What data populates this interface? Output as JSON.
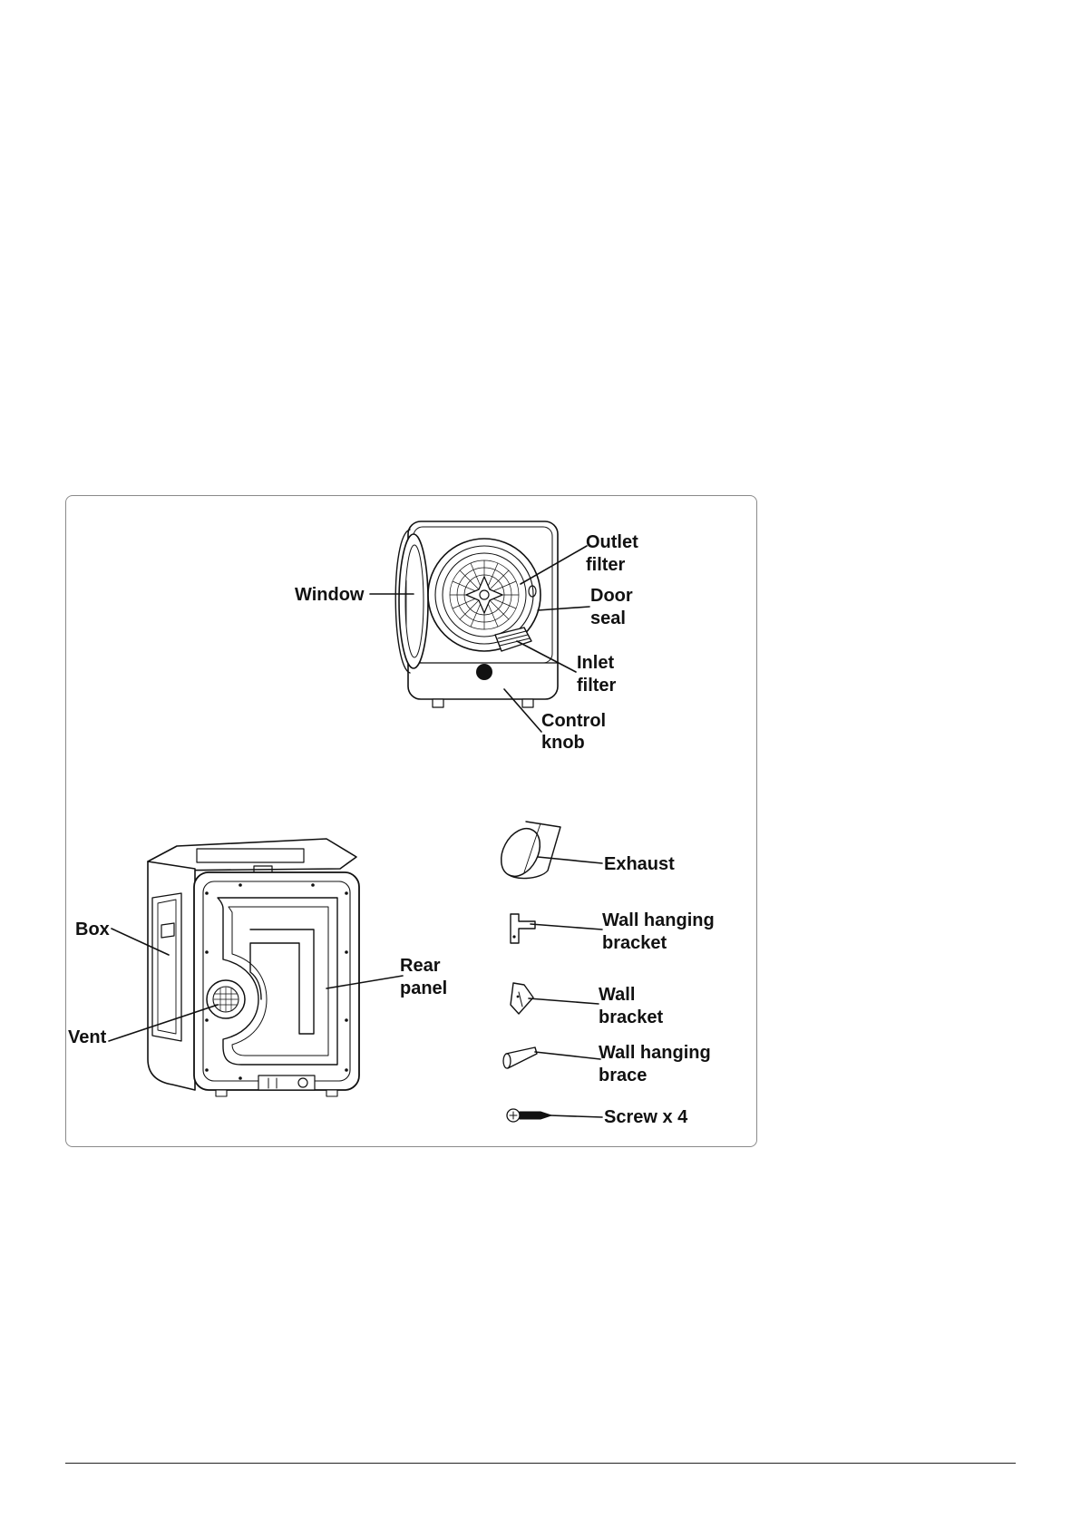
{
  "labels": {
    "window": "Window",
    "outlet_filter": [
      "Outlet",
      "filter"
    ],
    "door_seal": [
      "Door",
      "seal"
    ],
    "inlet_filter": [
      "Inlet",
      "filter"
    ],
    "control_knob": [
      "Control",
      "knob"
    ],
    "box": "Box",
    "vent": "Vent",
    "rear_panel": [
      "Rear",
      "panel"
    ],
    "exhaust": "Exhaust",
    "wall_hanging_bracket": [
      "Wall hanging",
      "bracket"
    ],
    "wall_bracket": [
      "Wall",
      "bracket"
    ],
    "wall_hanging_brace": [
      "Wall hanging",
      "brace"
    ],
    "screw": "Screw x 4"
  }
}
